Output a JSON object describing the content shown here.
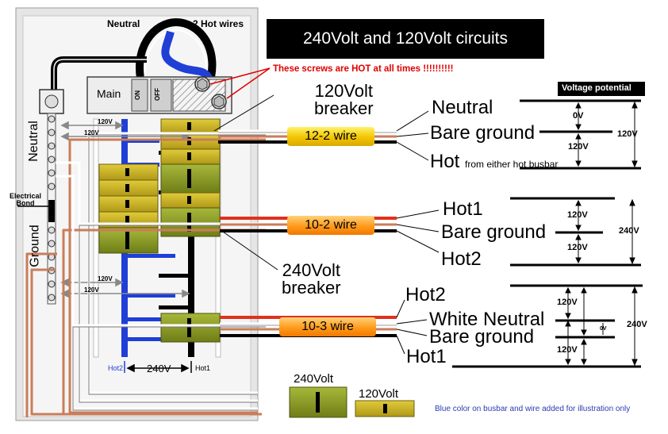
{
  "title": "240Volt and 120Volt circuits",
  "hot_screws_note": "These screws are HOT at all times !!!!!!!!!!",
  "panel": {
    "neutral_top": "Neutral",
    "hot_wires_top": "2 Hot wires",
    "main_label": "Main",
    "main_on": "ON",
    "main_off": "OFF",
    "neutral_bar": "Neutral",
    "ground_bar": "Ground",
    "electrical_bond": "Electrical\nBond",
    "v_120": "120V",
    "v_240": "240V",
    "hot2": "Hot2",
    "hot1": "Hot1"
  },
  "callouts": {
    "breaker_120": "120Volt\nbreaker",
    "breaker_240": "240Volt\nbreaker"
  },
  "wire_tags": {
    "w122": "12-2 wire",
    "w102": "10-2 wire",
    "w103": "10-3 wire"
  },
  "circuit1": {
    "neutral": "Neutral",
    "bare_ground": "Bare ground",
    "hot": "Hot",
    "hot_note": "from either hot busbar",
    "v_0": "0V",
    "v_120a": "120V",
    "v_120b": "120V"
  },
  "circuit2": {
    "hot1": "Hot1",
    "bare_ground": "Bare ground",
    "hot2": "Hot2",
    "v_120a": "120V",
    "v_120b": "120V",
    "v_240": "240V"
  },
  "circuit3": {
    "hot2": "Hot2",
    "white_neutral": "White Neutral",
    "bare_ground": "Bare ground",
    "hot1": "Hot1",
    "v_120a": "120V",
    "v_120b": "120V",
    "v_0": "0V",
    "v_240": "240V"
  },
  "voltage_potential": "Voltage potential",
  "legend": {
    "b240": "240Volt",
    "b120": "120Volt",
    "note": "Blue color on busbar and wire added for illustration only"
  },
  "colors": {
    "blue": "#1f3fd6",
    "breaker_green": "#8a9a22",
    "breaker_yellow": "#c9b21f",
    "hot_red": "#e0311c",
    "note_red": "#e00000",
    "copper": "#c97d5a"
  }
}
